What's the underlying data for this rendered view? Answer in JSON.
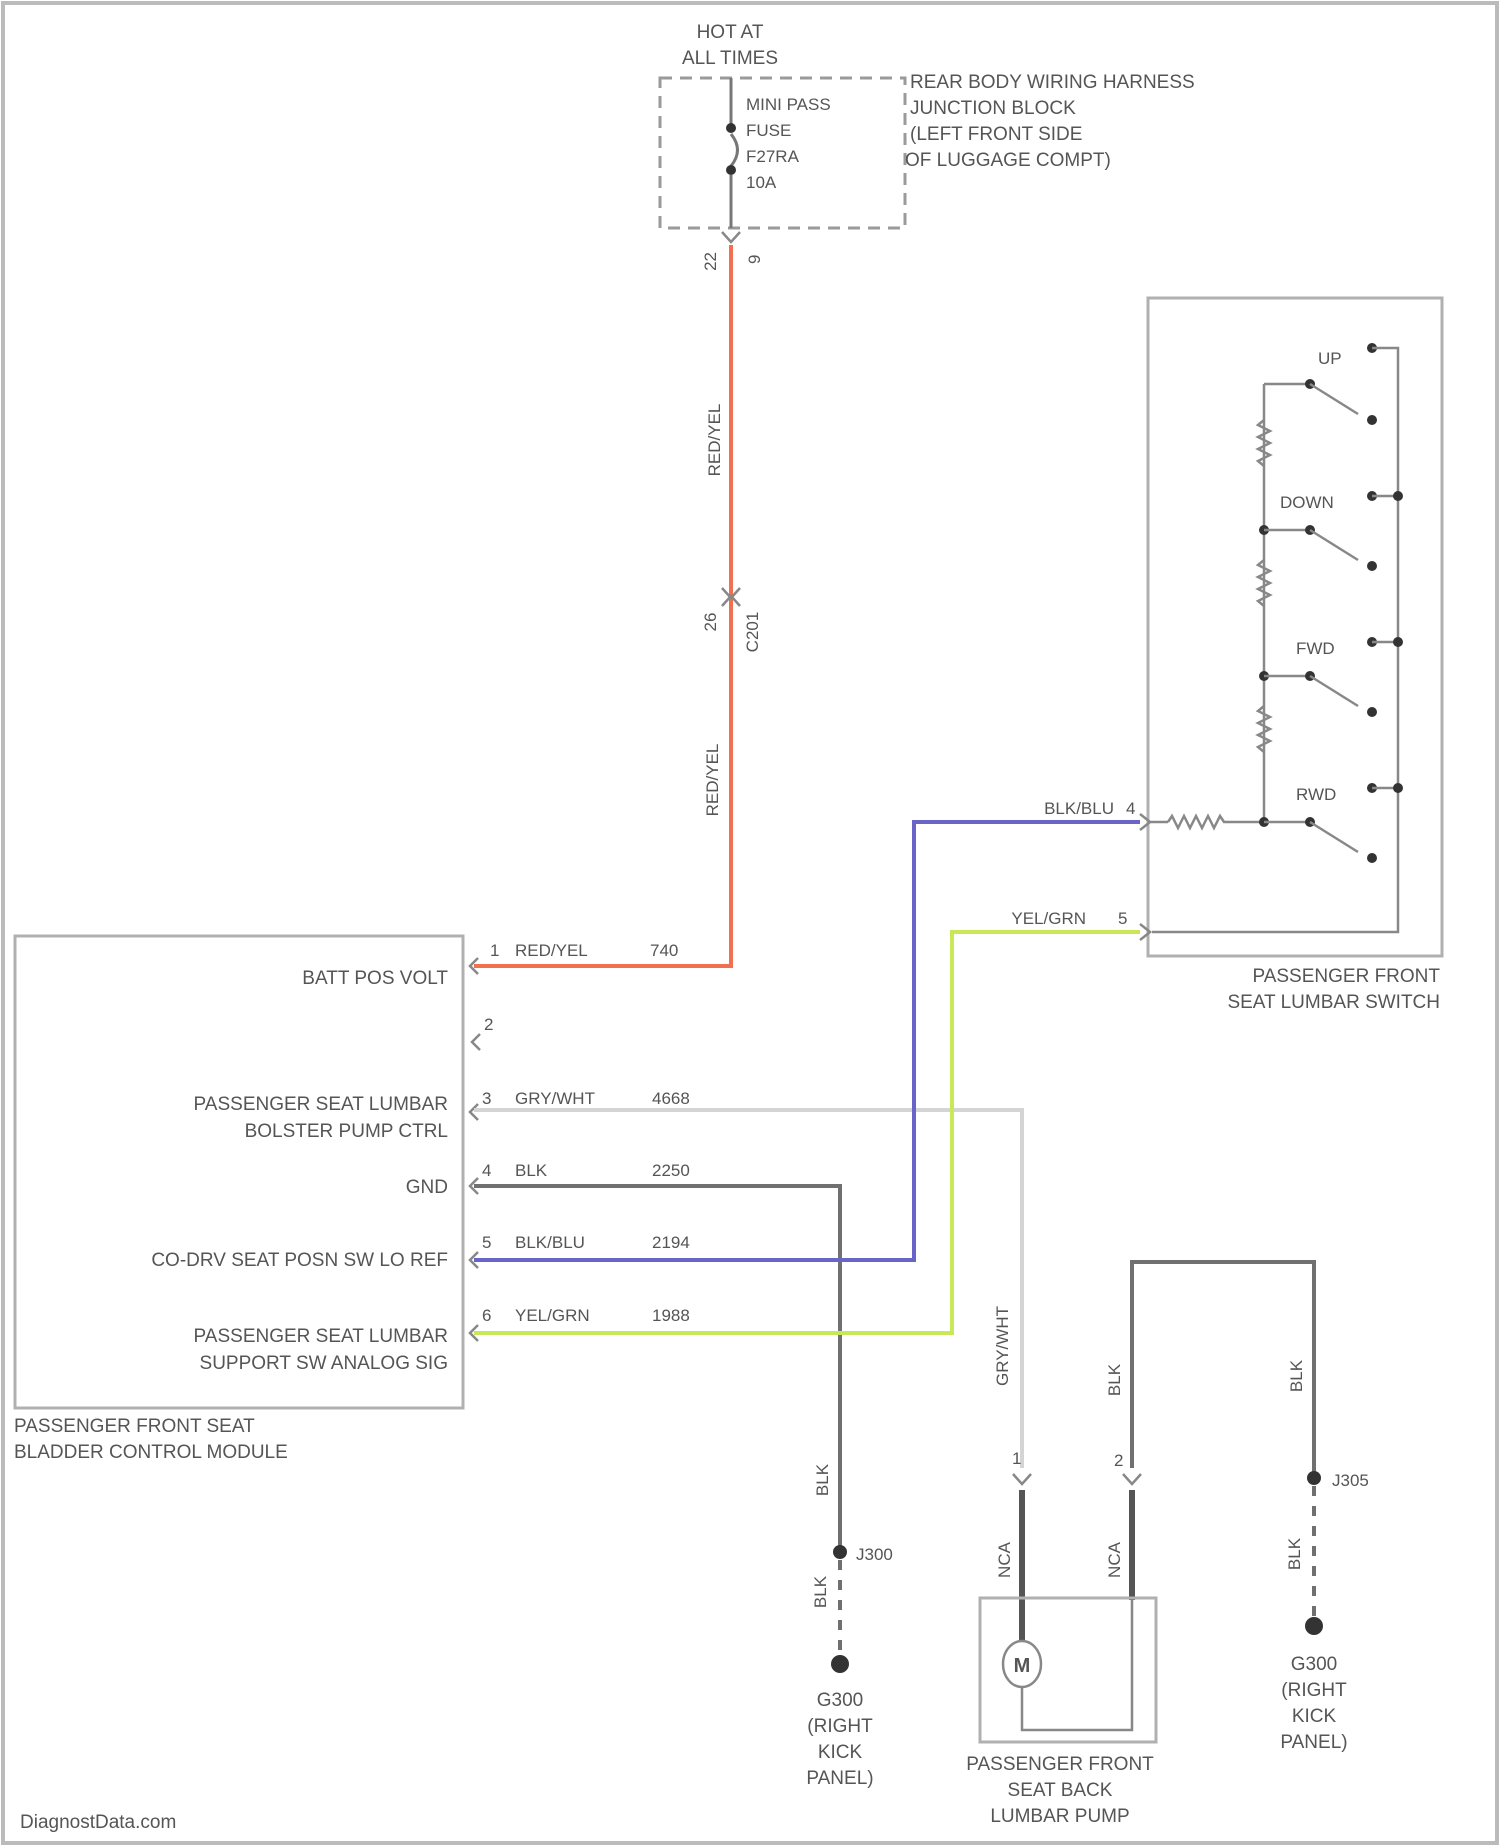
{
  "fuse": {
    "hot_line1": "HOT AT",
    "hot_line2": "ALL TIMES",
    "name_line1": "MINI PASS",
    "name_line2": "FUSE",
    "name_line3": "F27RA",
    "name_line4": "10A",
    "pin_in": "22",
    "pin_out": "9",
    "harness_line1": "REAR BODY WIRING HARNESS",
    "harness_line2": "JUNCTION BLOCK",
    "harness_line3": "(LEFT FRONT SIDE",
    "harness_line4": "OF LUGGAGE COMPT)"
  },
  "feed": {
    "color_top": "RED/YEL",
    "connector_pin": "26",
    "connector_id": "C201",
    "color_bottom": "RED/YEL"
  },
  "module": {
    "name_line1": "PASSENGER FRONT SEAT",
    "name_line2": "BLADDER CONTROL MODULE",
    "pins": [
      {
        "pin": "1",
        "func1": "BATT POS VOLT",
        "func2": "",
        "color": "RED/YEL",
        "circuit": "740"
      },
      {
        "pin": "2",
        "func1": "",
        "func2": "",
        "color": "",
        "circuit": ""
      },
      {
        "pin": "3",
        "func1": "PASSENGER SEAT LUMBAR",
        "func2": "BOLSTER PUMP CTRL",
        "color": "GRY/WHT",
        "circuit": "4668"
      },
      {
        "pin": "4",
        "func1": "GND",
        "func2": "",
        "color": "BLK",
        "circuit": "2250"
      },
      {
        "pin": "5",
        "func1": "CO-DRV SEAT POSN SW LO REF",
        "func2": "",
        "color": "BLK/BLU",
        "circuit": "2194"
      },
      {
        "pin": "6",
        "func1": "PASSENGER SEAT LUMBAR",
        "func2": "SUPPORT SW ANALOG SIG",
        "color": "YEL/GRN",
        "circuit": "1988"
      }
    ]
  },
  "lumbar_switch": {
    "name_line1": "PASSENGER FRONT",
    "name_line2": "SEAT LUMBAR SWITCH",
    "pin4": "4",
    "pin4_color": "BLK/BLU",
    "pin5": "5",
    "pin5_color": "YEL/GRN",
    "positions": [
      "UP",
      "DOWN",
      "FWD",
      "RWD"
    ]
  },
  "ground_left": {
    "wire_color": "BLK",
    "splice": "J300",
    "wire_color2": "BLK",
    "name_line1": "G300",
    "name_line2": "(RIGHT",
    "name_line3": "KICK",
    "name_line4": "PANEL)"
  },
  "pump": {
    "wire_color_a": "GRY/WHT",
    "pin_a": "1",
    "pin_b": "2",
    "wire_color_b": "BLK",
    "lead_a": "NCA",
    "lead_b": "NCA",
    "motor": "M",
    "name_line1": "PASSENGER FRONT",
    "name_line2": "SEAT BACK",
    "name_line3": "LUMBAR PUMP"
  },
  "ground_right": {
    "wire_color": "BLK",
    "splice": "J305",
    "wire_color2": "BLK",
    "name_line1": "G300",
    "name_line2": "(RIGHT",
    "name_line3": "KICK",
    "name_line4": "PANEL)"
  },
  "watermark": "DiagnostData.com",
  "colors": {
    "red_yel": "#f07050",
    "blk_blu": "#6a64c8",
    "yel_grn": "#c8e858",
    "gry_wht": "#d4d4d4",
    "blk": "#707070"
  }
}
